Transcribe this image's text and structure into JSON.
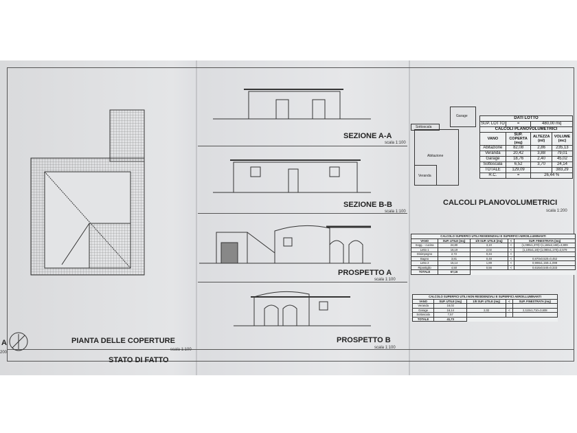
{
  "sheet": {
    "title": "STATO DI FATTO",
    "letter": "A",
    "left_scale": "200"
  },
  "roof": {
    "title": "PIANTA DELLE COPERTURE",
    "scale": "scala 1:100"
  },
  "sections": [
    {
      "title": "SEZIONE A-A",
      "scale": "scala 1:100"
    },
    {
      "title": "SEZIONE B-B",
      "scale": "scala 1:100"
    },
    {
      "title": "PROSPETTO A",
      "scale": "scala 1:100"
    },
    {
      "title": "PROSPETTO B",
      "scale": "scala 1:100"
    }
  ],
  "plan": {
    "rooms": [
      "Garage",
      "Sottoscala",
      "Abitazione",
      "Veranda"
    ],
    "title": "CALCOLI PLANOVOLUMETRICI",
    "scale": "scala 1:200"
  },
  "dati_lotto": {
    "title": "DATI LOTTO",
    "label": "SUP. LOTTO",
    "eq": "=",
    "value": "480,00 mq",
    "calc_title": "CALCOLI PLANOVOLUMETRICI",
    "headers": [
      "VANO",
      "SUP. COPERTA (mq)",
      "ALTEZZA (ml)",
      "VOLUME (mc)"
    ],
    "rows": [
      [
        "Abitazione",
        "82,08",
        "2,86",
        "235,13"
      ],
      [
        "Veranda",
        "20,42",
        "3,88",
        "79,01"
      ],
      [
        "Garage",
        "18,76",
        "2,40",
        "45,02"
      ],
      [
        "Sottoscala",
        "6,52",
        "3,70",
        "24,14"
      ],
      [
        "TOTALE",
        "129,09",
        "",
        "383,29"
      ]
    ],
    "rc_label": "R.C.",
    "rc_eq": "=",
    "rc_value": "26,44 %"
  },
  "table_res": {
    "title": "CALCOLO SUPERFICI UTILI RESIDENZIALI E SUPERFICI AEROILLUMINANTI",
    "headers": [
      "VANO",
      "SUP. UTILE (mq)",
      "1/8 SUP. UTILE (mq)",
      "<",
      "SUP. FINESTRATA (mq)"
    ],
    "rows": [
      [
        "Sogg. - cucina",
        "24,80",
        "3,10",
        "<",
        "(1,099x1,370)+(1,166x2,160)=3,809"
      ],
      [
        "Letto 1",
        "16,19",
        "2,02",
        "<",
        "(1,105x1,18)+(1,080x1,170)=2,579"
      ],
      [
        "Disimpegno",
        "2,72",
        "0,34",
        "<",
        ""
      ],
      [
        "Bagno",
        "3,81",
        "0,48",
        "<",
        "0,870x0,520=0,452"
      ],
      [
        "Letto 2",
        "15,14",
        "1,89",
        "<",
        "0,908x1,150=1,099"
      ],
      [
        "Ripostiglio",
        "4,50",
        "0,56",
        "<",
        "0,616x0,540=0,333"
      ]
    ],
    "total_label": "TOTALE",
    "total": "67,16"
  },
  "table_nonres": {
    "title": "CALCOLO SUPERFICI UTILI NON RESIDENZIALI E SUPERFICI AEROILLUMINANTI",
    "headers": [
      "VANO",
      "SUP. UTILE (mq)",
      "1/8 SUP. UTILE (mq)",
      "<",
      "SUP. FINESTRATA (mq)"
    ],
    "rows": [
      [
        "Veranda",
        "16,02",
        "",
        "",
        ""
      ],
      [
        "Garage",
        "16,14",
        "2,02",
        "<",
        "2,110x1,710=3,608"
      ],
      [
        "Sottoscala",
        "7,57",
        "",
        "",
        ""
      ]
    ],
    "total_label": "TOTALE",
    "total": "41,73"
  }
}
